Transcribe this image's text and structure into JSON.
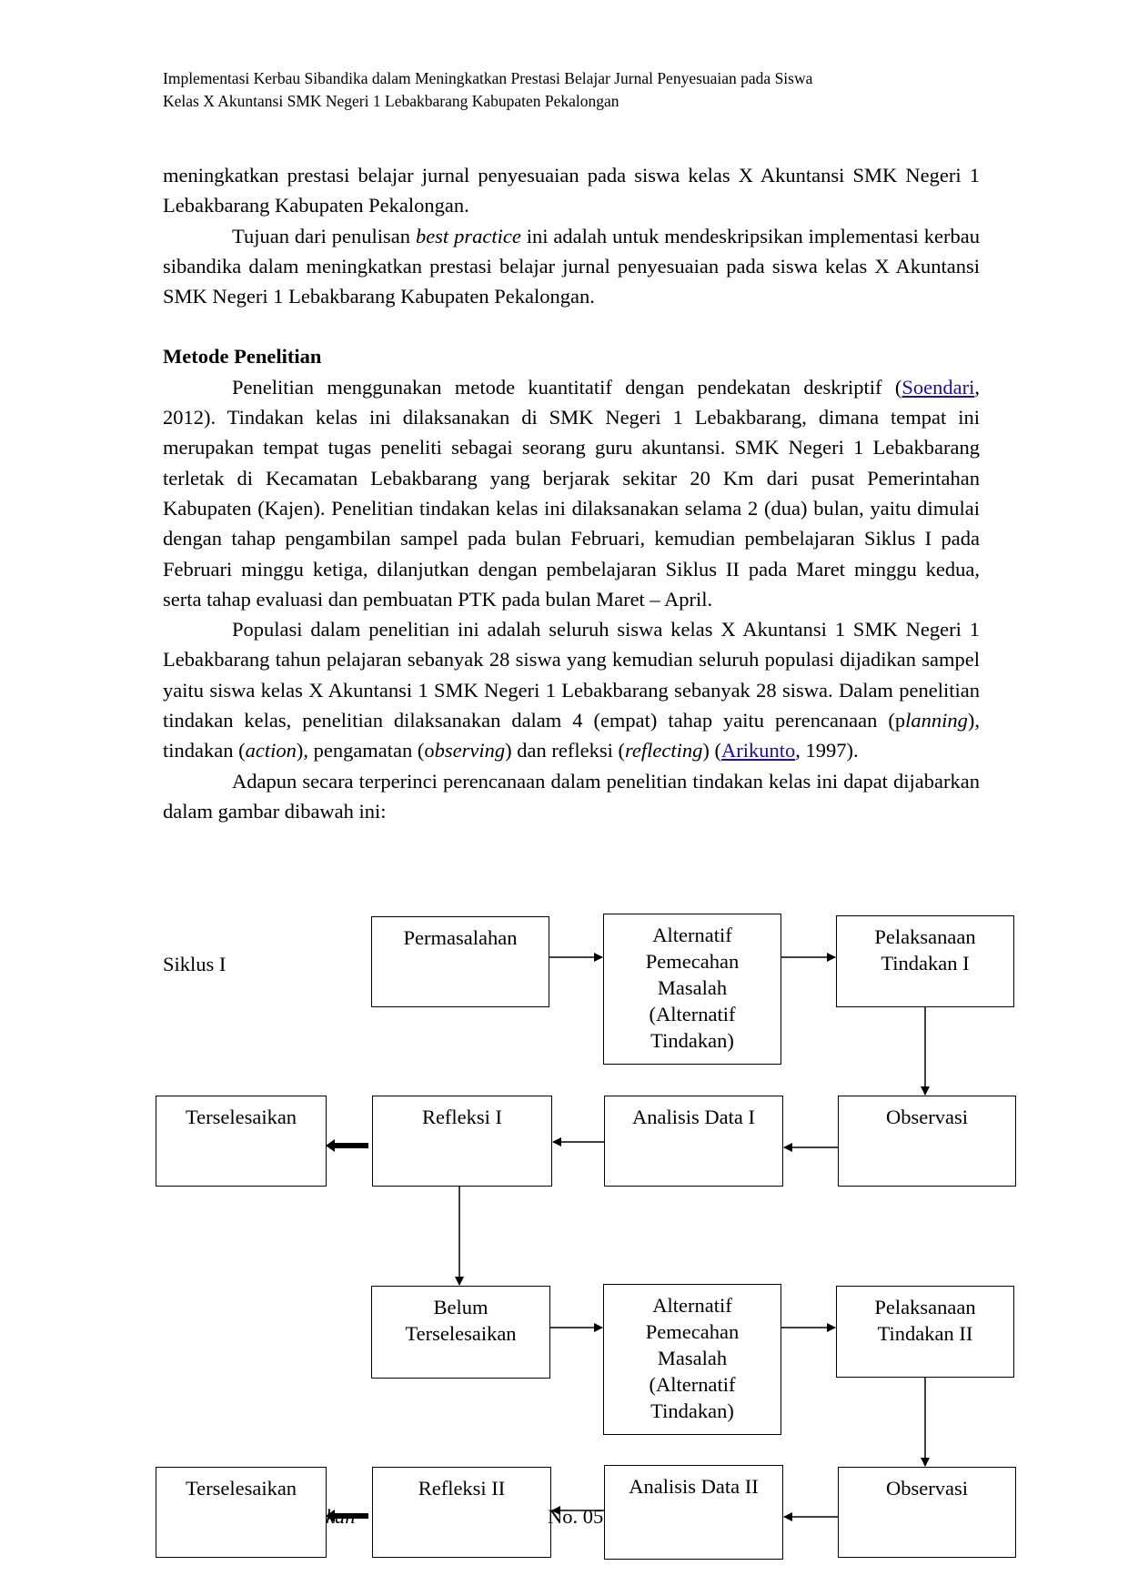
{
  "header": {
    "line1": "Implementasi Kerbau Sibandika dalam Meningkatkan Prestasi Belajar Jurnal Penyesuaian pada Siswa",
    "line2": "Kelas X Akuntansi SMK Negeri 1 Lebakbarang Kabupaten Pekalongan"
  },
  "body": {
    "p1": "meningkatkan prestasi belajar jurnal penyesuaian pada siswa kelas X Akuntansi SMK Negeri 1 Lebakbarang Kabupaten Pekalongan.",
    "p2_a": "Tujuan dari penulisan ",
    "p2_em": "best practice",
    "p2_b": " ini adalah untuk mendeskripsikan implementasi kerbau sibandika dalam meningkatkan prestasi belajar jurnal penyesuaian pada siswa kelas X Akuntansi SMK Negeri 1 Lebakbarang Kabupaten Pekalongan.",
    "section_title": "Metode Penelitian",
    "p3_a": "Penelitian menggunakan metode kuantitatif dengan pendekatan deskriptif (",
    "p3_link": "Soendari",
    "p3_b": ", 2012). Tindakan kelas ini dilaksanakan di SMK Negeri 1 Lebakbarang, dimana tempat ini merupakan tempat tugas peneliti sebagai seorang guru akuntansi. SMK Negeri 1 Lebakbarang terletak di Kecamatan Lebakbarang yang berjarak sekitar 20 Km dari pusat Pemerintahan Kabupaten (Kajen). Penelitian tindakan kelas ini dilaksanakan selama 2 (dua) bulan, yaitu dimulai dengan tahap pengambilan sampel pada bulan Februari, kemudian pembelajaran Siklus I pada Februari minggu ketiga, dilanjutkan dengan pembelajaran Siklus II pada Maret minggu kedua, serta tahap evaluasi dan pembuatan PTK pada bulan Maret – April.",
    "p4_a": "Populasi dalam penelitian ini adalah seluruh siswa kelas X Akuntansi 1 SMK Negeri 1 Lebakbarang tahun pelajaran sebanyak 28 siswa yang kemudian seluruh populasi dijadikan sampel yaitu siswa kelas X Akuntansi 1 SMK Negeri 1 Lebakbarang sebanyak 28 siswa. Dalam penelitian tindakan kelas, penelitian dilaksanakan dalam 4 (empat) tahap yaitu perencanaan (p",
    "p4_em1": "lanning",
    "p4_b": "), tindakan (",
    "p4_em2": "action",
    "p4_c": "), pengamatan (o",
    "p4_em3": "bserving",
    "p4_d": ") dan refleksi (",
    "p4_em4": "reflecting",
    "p4_e": ") (",
    "p4_link": "Arikunto",
    "p4_f": ", 1997).",
    "p5": "Adapun secara terperinci perencanaan dalam penelitian tindakan kelas ini dapat dijabarkan dalam gambar dibawah ini:"
  },
  "diagram": {
    "siklus_label": "Siklus I",
    "c1_permasalahan": "Permasalahan",
    "c1_alternatif": "Alternatif Pemecahan Masalah (Alternatif Tindakan)",
    "c1_pelaksanaan": "Pelaksanaan Tindakan I",
    "c1_terselesaikan": "Terselesaikan",
    "c1_refleksi": "Refleksi I",
    "c1_analisis": "Analisis Data I",
    "c1_observasi": "Observasi",
    "c2_belum": "Belum Terselesaikan",
    "c2_alternatif": "Alternatif Pemecahan Masalah (Alternatif Tindakan)",
    "c2_pelaksanaan": "Pelaksanaan Tindakan II",
    "c2_terselesaikan": "Terselesaikan",
    "c2_refleksi": "Refleksi II",
    "c2_analisis": "Analisis Data II",
    "c2_observasi": "Observasi"
  },
  "footer": {
    "frag_left": "kan",
    "frag_right": "No. 05"
  }
}
